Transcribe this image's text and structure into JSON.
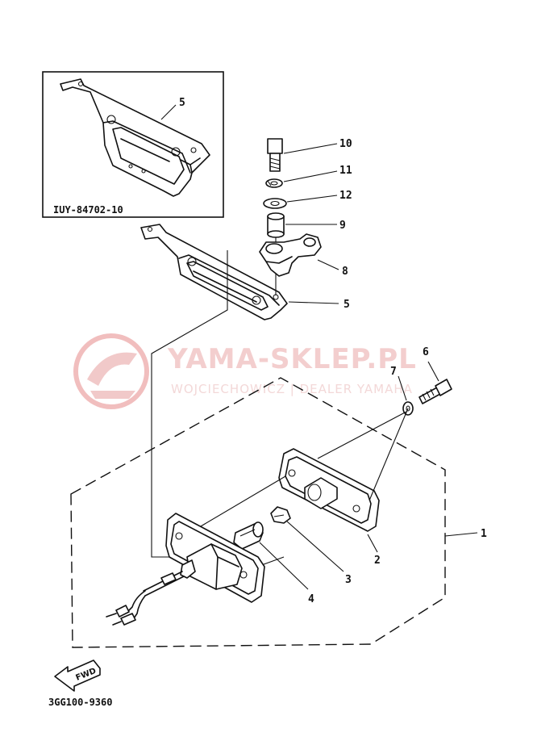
{
  "diagram": {
    "inset_code": "IUY-84702-10",
    "figure_code": "3GG100-9360",
    "fwd_label": "FWD",
    "callouts": {
      "inset_bracket": "5",
      "bolt": "10",
      "lock_washer": "11",
      "washer": "12",
      "collar": "9",
      "bracket_arm": "8",
      "bracket": "5",
      "screw": "6",
      "washer_small": "7",
      "lamp_assembly": "1",
      "lens": "2",
      "bulb": "3",
      "socket": "4"
    }
  },
  "watermark": {
    "title": "YAMA-SKLEP.PL",
    "subtitle": "WOJCIECHOWICZ | DEALER YAMAHA",
    "color": "#e8a0a0"
  }
}
